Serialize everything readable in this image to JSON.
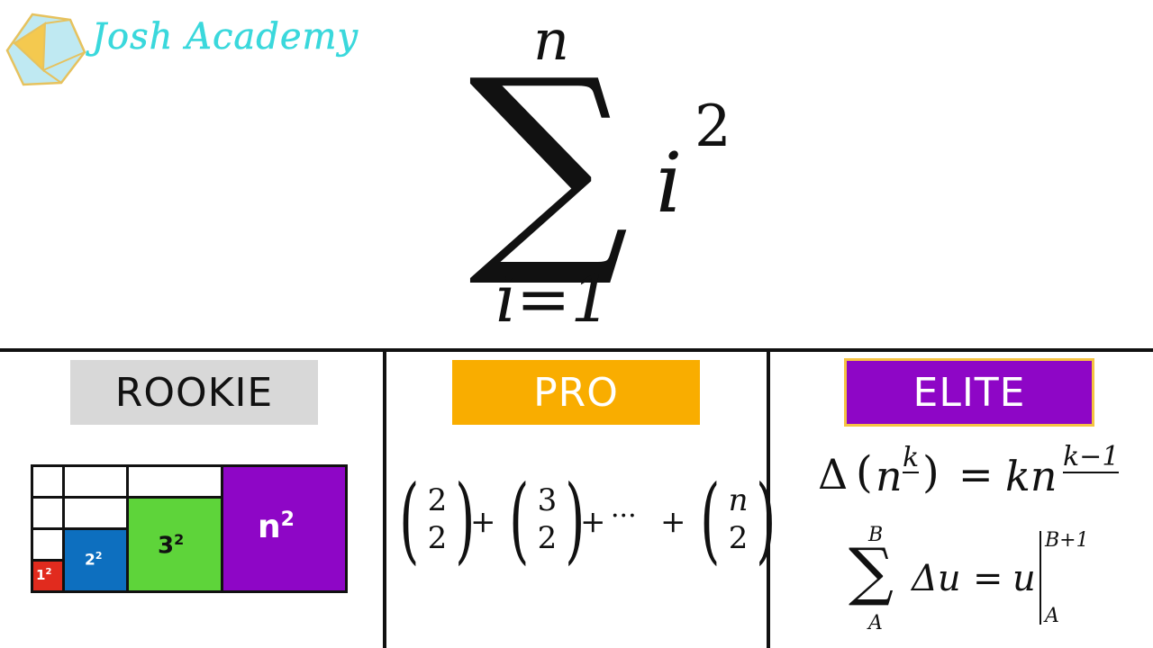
{
  "logo": {
    "text": "Josh Academy",
    "colors": {
      "pentagon": "#bfe9f2",
      "triangle": "#f4c94f",
      "outline": "#e6c25e"
    }
  },
  "main_formula": {
    "upper": "n",
    "sigma": "∑",
    "body_base": "i",
    "body_exp": "2",
    "lower": "i=1"
  },
  "levels": [
    {
      "label": "ROOKIE",
      "color": "#d8d8d8"
    },
    {
      "label": "PRO",
      "color": "#f9ad00"
    },
    {
      "label": "ELITE",
      "color": "#8e06c6"
    }
  ],
  "rookie": {
    "squares": [
      {
        "base": "1",
        "exp": "2",
        "color": "#e12b1e"
      },
      {
        "base": "2",
        "exp": "2",
        "color": "#0d6fbf"
      },
      {
        "base": "3",
        "exp": "2",
        "color": "#5ed43a"
      },
      {
        "base": "n",
        "exp": "2",
        "color": "#8e06c6"
      }
    ]
  },
  "pro": {
    "terms": [
      {
        "top": "2",
        "bottom": "2"
      },
      {
        "top": "3",
        "bottom": "2"
      },
      {
        "top": "n",
        "bottom": "2"
      }
    ],
    "plus": "+",
    "ellipsis": "···"
  },
  "elite": {
    "eq1": {
      "delta": "Δ",
      "lparen": "(",
      "base": "n",
      "exp": "k",
      "rparen": ")",
      "equals": "=",
      "rhs": "kn",
      "rhs_exp": "k−1"
    },
    "eq2": {
      "upper": "B",
      "sigma": "∑",
      "body": "Δu",
      "equals": "=",
      "rhs": "u",
      "eval_upper": "B+1",
      "eval_lower": "A",
      "lower": "A"
    }
  }
}
